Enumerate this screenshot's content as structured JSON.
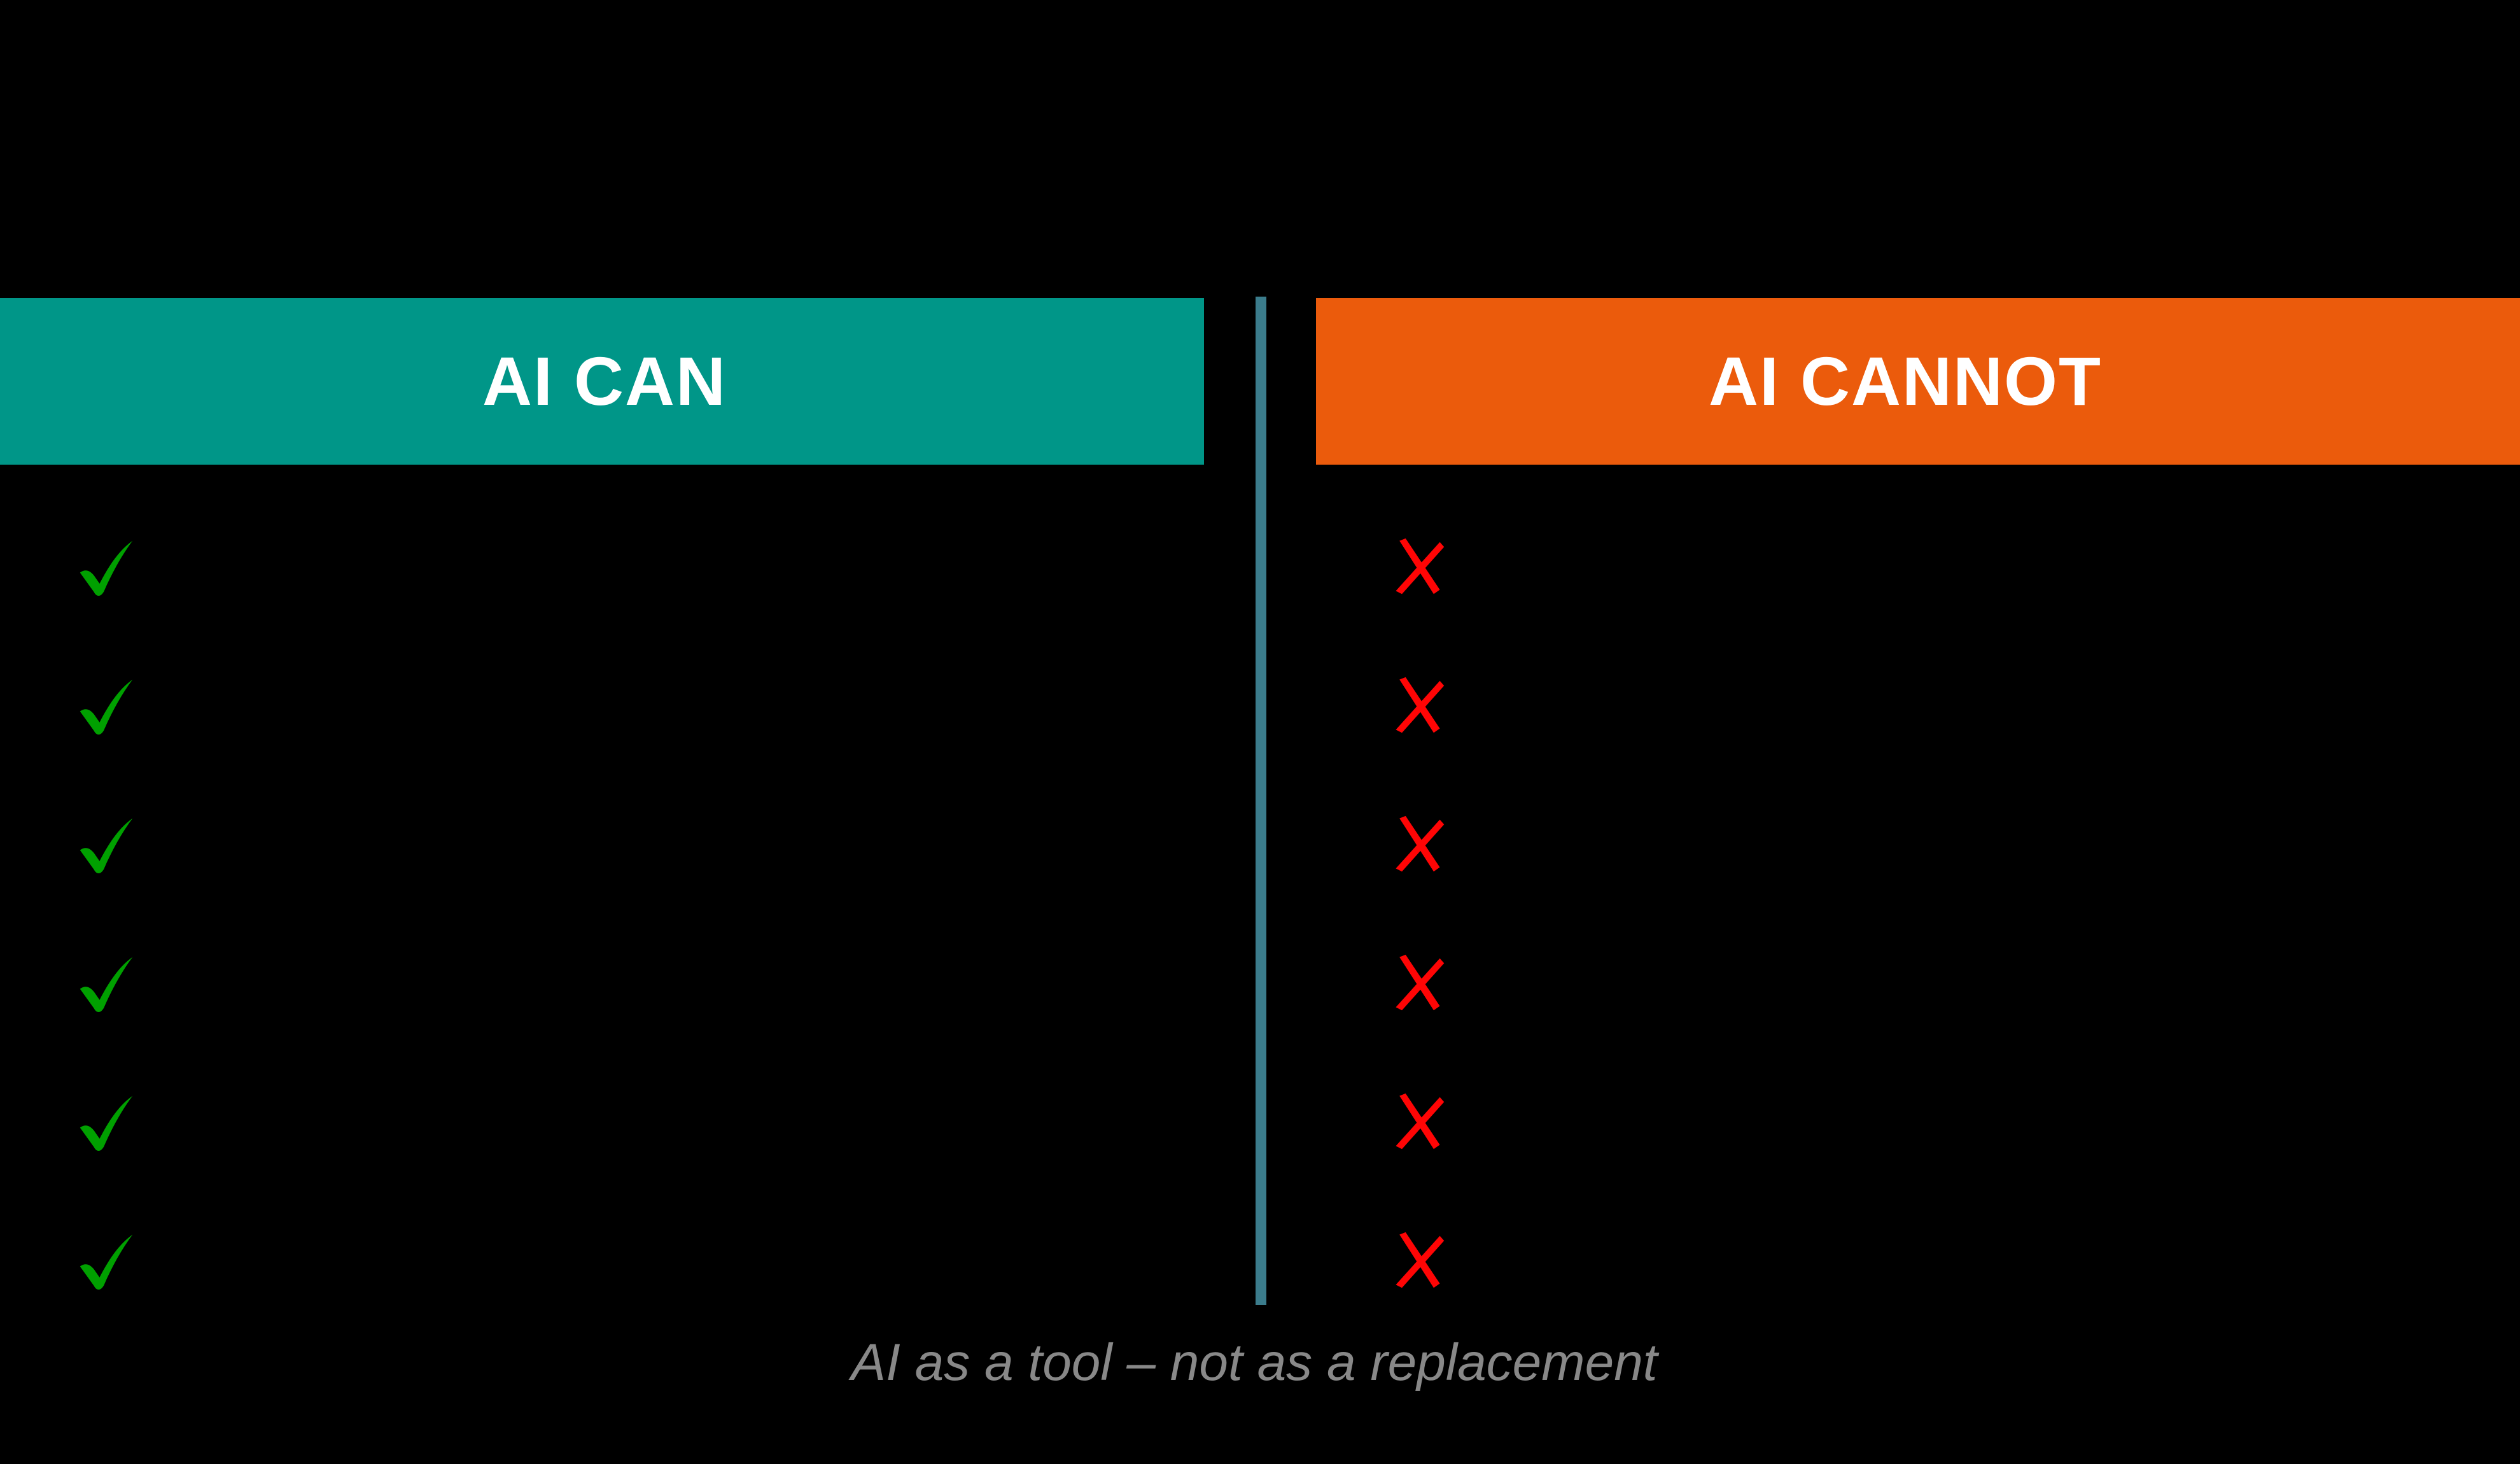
{
  "slide": {
    "background_color": "#000000",
    "caption": "AI as a tool – not as a replacement"
  },
  "divider": {
    "name": "vertical-divider",
    "color": "#3B7C8C"
  },
  "columns": [
    {
      "id": "can",
      "header": "AI CAN",
      "header_background": "#009688",
      "header_text_color": "#FFFFFF",
      "mark": "check-icon",
      "mark_color": "#00A000",
      "items": [
        "",
        "",
        "",
        "",
        "",
        ""
      ]
    },
    {
      "id": "cannot",
      "header": "AI CANNOT",
      "header_background": "#EB5B0C",
      "header_text_color": "#FFFFFF",
      "mark": "cross-icon",
      "mark_color": "#FF0505",
      "items": [
        "",
        "",
        "",
        "",
        "",
        ""
      ]
    }
  ]
}
